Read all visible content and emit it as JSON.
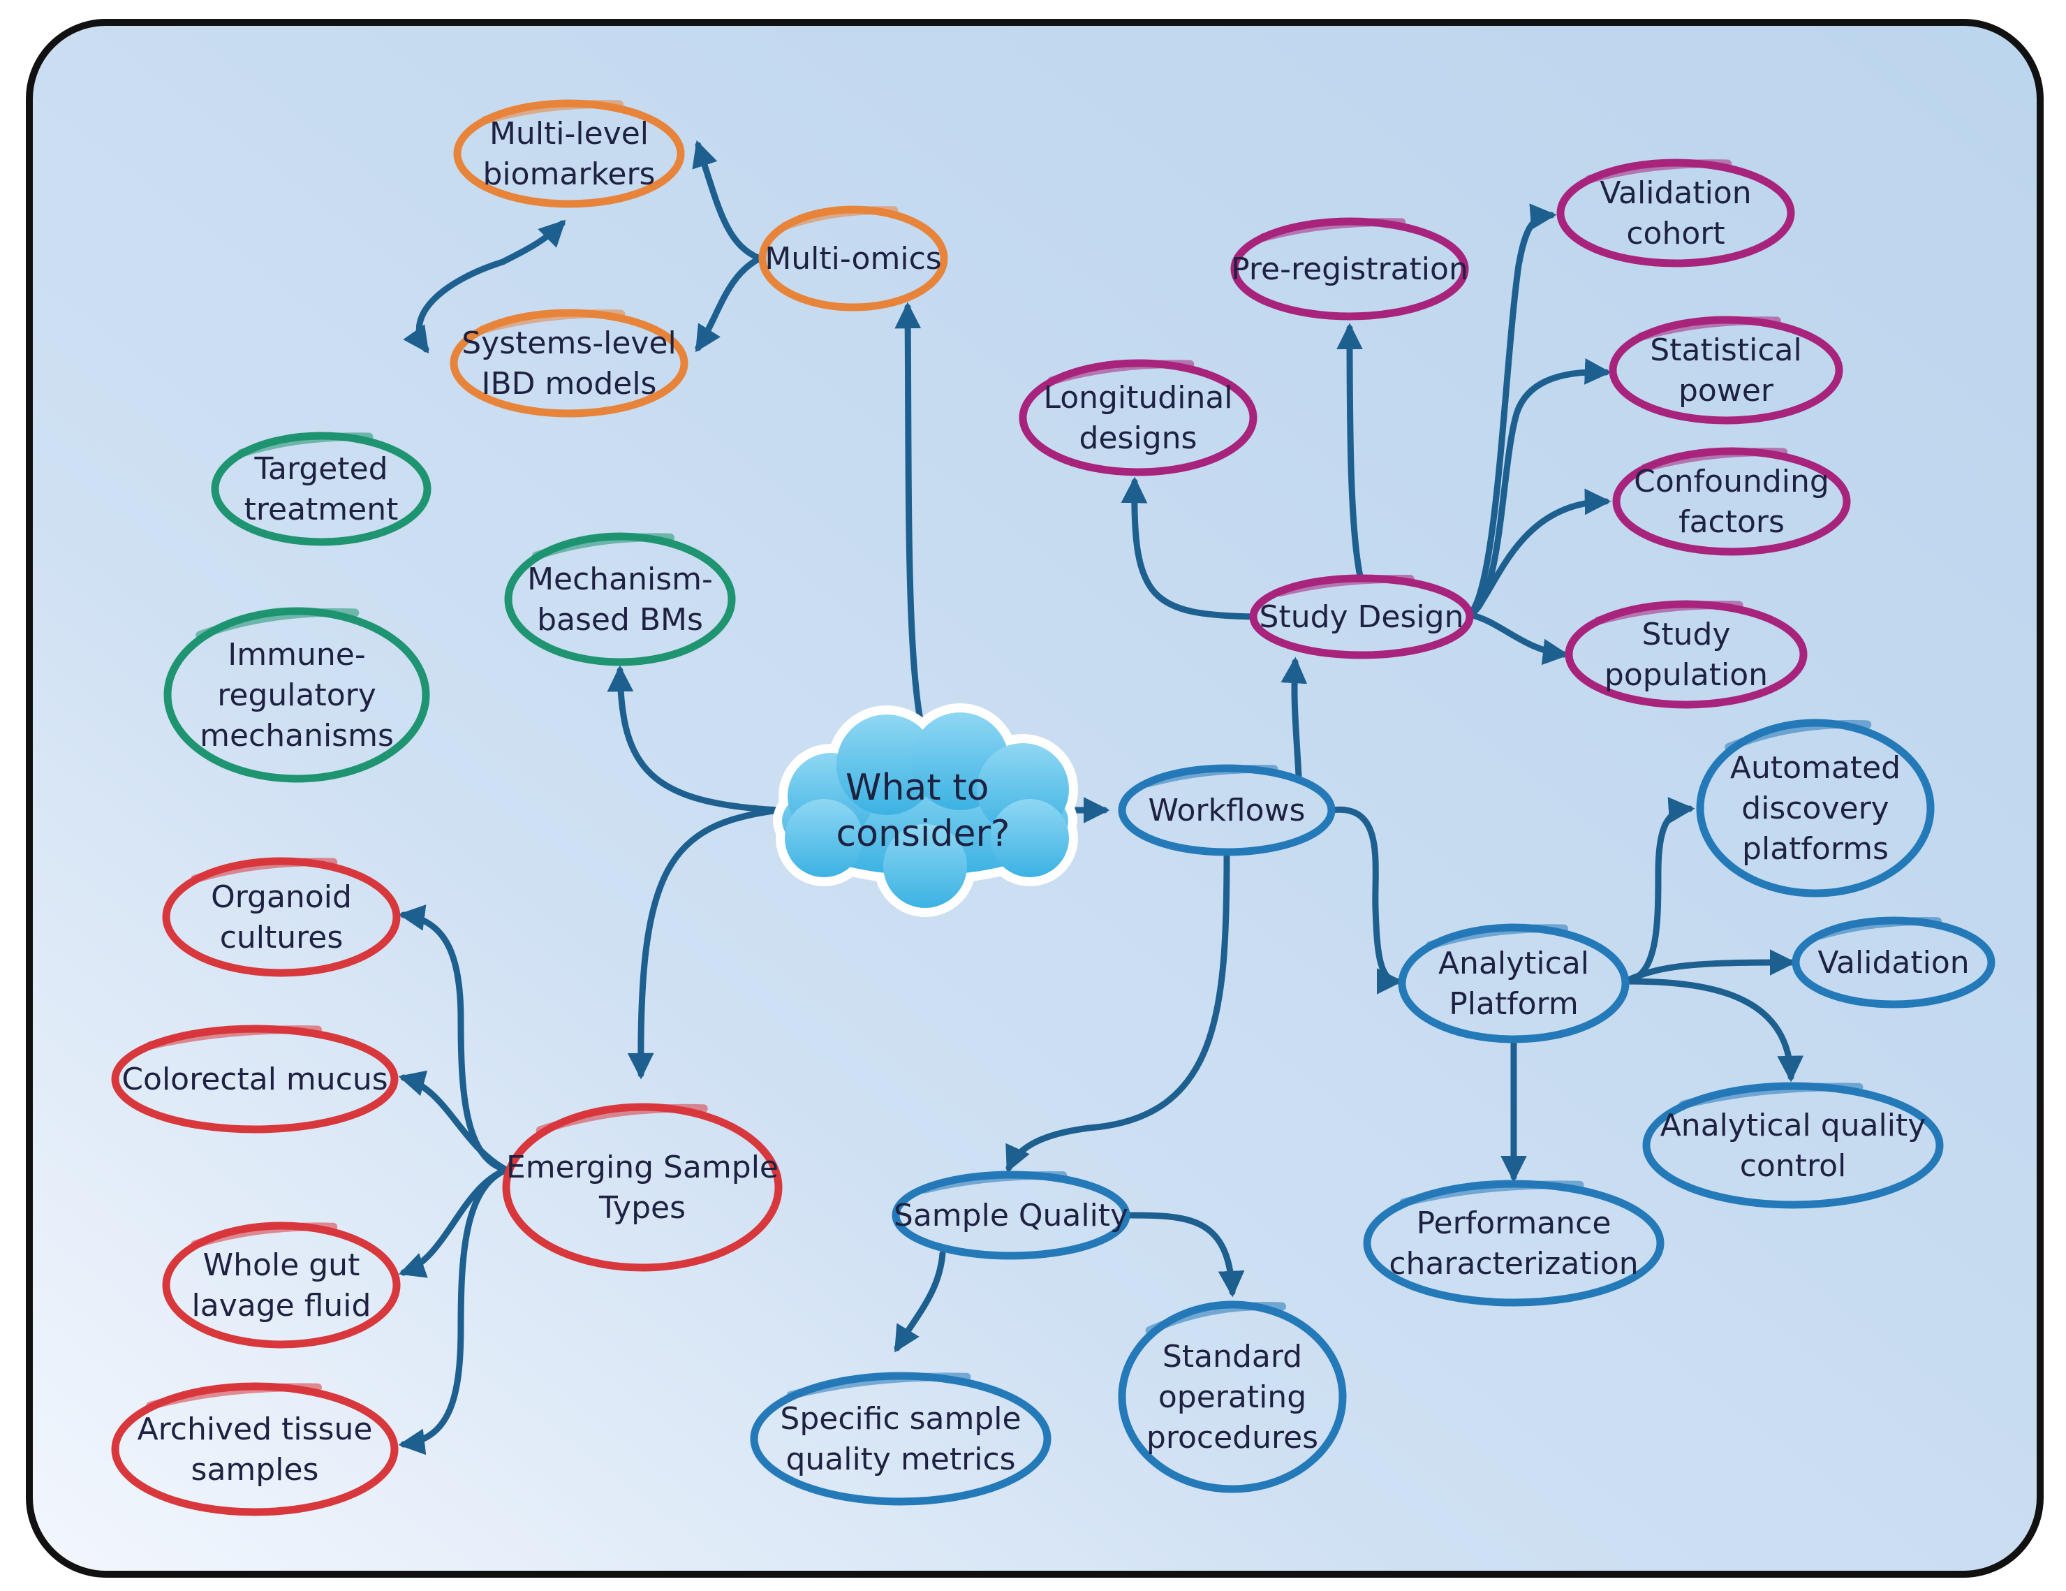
{
  "colors": {
    "orange": "#e8843a",
    "green": "#1e9470",
    "red": "#d8373c",
    "magenta": "#a8247c",
    "blue": "#2479b8",
    "edge": "#1d5f8f",
    "cloud": "#5fc4e9",
    "text": "#1e2140"
  },
  "center": {
    "lines": [
      "What to",
      "consider?"
    ],
    "icon": "cloud"
  },
  "nodes": {
    "multi_level_biomarkers": {
      "lines": [
        "Multi-level",
        "biomarkers"
      ],
      "color": "orange"
    },
    "multi_omics": {
      "lines": [
        "Multi-omics"
      ],
      "color": "orange"
    },
    "systems_level_ibd_models": {
      "lines": [
        "Systems-level",
        "IBD models"
      ],
      "color": "orange"
    },
    "targeted_treatment": {
      "lines": [
        "Targeted",
        "treatment"
      ],
      "color": "green"
    },
    "mechanism_based_bms": {
      "lines": [
        "Mechanism-",
        "based BMs"
      ],
      "color": "green"
    },
    "immune_regulatory_mechanisms": {
      "lines": [
        "Immune-",
        "regulatory",
        "mechanisms"
      ],
      "color": "green"
    },
    "organoid_cultures": {
      "lines": [
        "Organoid",
        "cultures"
      ],
      "color": "red"
    },
    "colorectal_mucus": {
      "lines": [
        "Colorectal mucus"
      ],
      "color": "red"
    },
    "emerging_sample_types": {
      "lines": [
        "Emerging Sample",
        "Types"
      ],
      "color": "red"
    },
    "whole_gut_lavage_fluid": {
      "lines": [
        "Whole gut",
        "lavage fluid"
      ],
      "color": "red"
    },
    "archived_tissue_samples": {
      "lines": [
        "Archived tissue",
        "samples"
      ],
      "color": "red"
    },
    "pre_registration": {
      "lines": [
        "Pre-registration"
      ],
      "color": "magenta"
    },
    "longitudinal_designs": {
      "lines": [
        "Longitudinal",
        "designs"
      ],
      "color": "magenta"
    },
    "study_design": {
      "lines": [
        "Study Design"
      ],
      "color": "magenta"
    },
    "validation_cohort": {
      "lines": [
        "Validation",
        "cohort"
      ],
      "color": "magenta"
    },
    "statistical_power": {
      "lines": [
        "Statistical",
        "power"
      ],
      "color": "magenta"
    },
    "confounding_factors": {
      "lines": [
        "Confounding",
        "factors"
      ],
      "color": "magenta"
    },
    "study_population": {
      "lines": [
        "Study",
        "population"
      ],
      "color": "magenta"
    },
    "workflows": {
      "lines": [
        "Workflows"
      ],
      "color": "blue"
    },
    "automated_discovery_platforms": {
      "lines": [
        "Automated",
        "discovery",
        "platforms"
      ],
      "color": "blue"
    },
    "analytical_platform": {
      "lines": [
        "Analytical",
        "Platform"
      ],
      "color": "blue"
    },
    "validation": {
      "lines": [
        "Validation"
      ],
      "color": "blue"
    },
    "analytical_quality_control": {
      "lines": [
        "Analytical quality",
        "control"
      ],
      "color": "blue"
    },
    "performance_characterization": {
      "lines": [
        "Performance",
        "characterization"
      ],
      "color": "blue"
    },
    "sample_quality": {
      "lines": [
        "Sample Quality"
      ],
      "color": "blue"
    },
    "specific_sample_quality_metrics": {
      "lines": [
        "Specific sample",
        "quality metrics"
      ],
      "color": "blue"
    },
    "standard_operating_procedures": {
      "lines": [
        "Standard",
        "operating",
        "procedures"
      ],
      "color": "blue"
    }
  },
  "edges": [
    {
      "from": "center",
      "to": "multi_omics"
    },
    {
      "from": "multi_omics",
      "to": "multi_level_biomarkers"
    },
    {
      "from": "multi_omics",
      "to": "systems_level_ibd_models"
    },
    {
      "from": "systems_level_ibd_models",
      "to": "multi_level_biomarkers"
    },
    {
      "from": "multi_level_biomarkers",
      "to": "systems_level_ibd_models"
    },
    {
      "from": "center",
      "to": "mechanism_based_bms"
    },
    {
      "from": "mechanism_based_bms",
      "to": "targeted_treatment"
    },
    {
      "from": "mechanism_based_bms",
      "to": "immune_regulatory_mechanisms"
    },
    {
      "from": "center",
      "to": "emerging_sample_types"
    },
    {
      "from": "emerging_sample_types",
      "to": "organoid_cultures"
    },
    {
      "from": "emerging_sample_types",
      "to": "colorectal_mucus"
    },
    {
      "from": "emerging_sample_types",
      "to": "whole_gut_lavage_fluid"
    },
    {
      "from": "emerging_sample_types",
      "to": "archived_tissue_samples"
    },
    {
      "from": "center",
      "to": "workflows"
    },
    {
      "from": "workflows",
      "to": "study_design"
    },
    {
      "from": "study_design",
      "to": "longitudinal_designs"
    },
    {
      "from": "study_design",
      "to": "pre_registration"
    },
    {
      "from": "study_design",
      "to": "validation_cohort"
    },
    {
      "from": "study_design",
      "to": "statistical_power"
    },
    {
      "from": "study_design",
      "to": "confounding_factors"
    },
    {
      "from": "study_design",
      "to": "study_population"
    },
    {
      "from": "workflows",
      "to": "analytical_platform"
    },
    {
      "from": "analytical_platform",
      "to": "automated_discovery_platforms"
    },
    {
      "from": "analytical_platform",
      "to": "validation"
    },
    {
      "from": "analytical_platform",
      "to": "analytical_quality_control"
    },
    {
      "from": "analytical_platform",
      "to": "performance_characterization"
    },
    {
      "from": "workflows",
      "to": "sample_quality"
    },
    {
      "from": "sample_quality",
      "to": "specific_sample_quality_metrics"
    },
    {
      "from": "sample_quality",
      "to": "standard_operating_procedures"
    }
  ]
}
